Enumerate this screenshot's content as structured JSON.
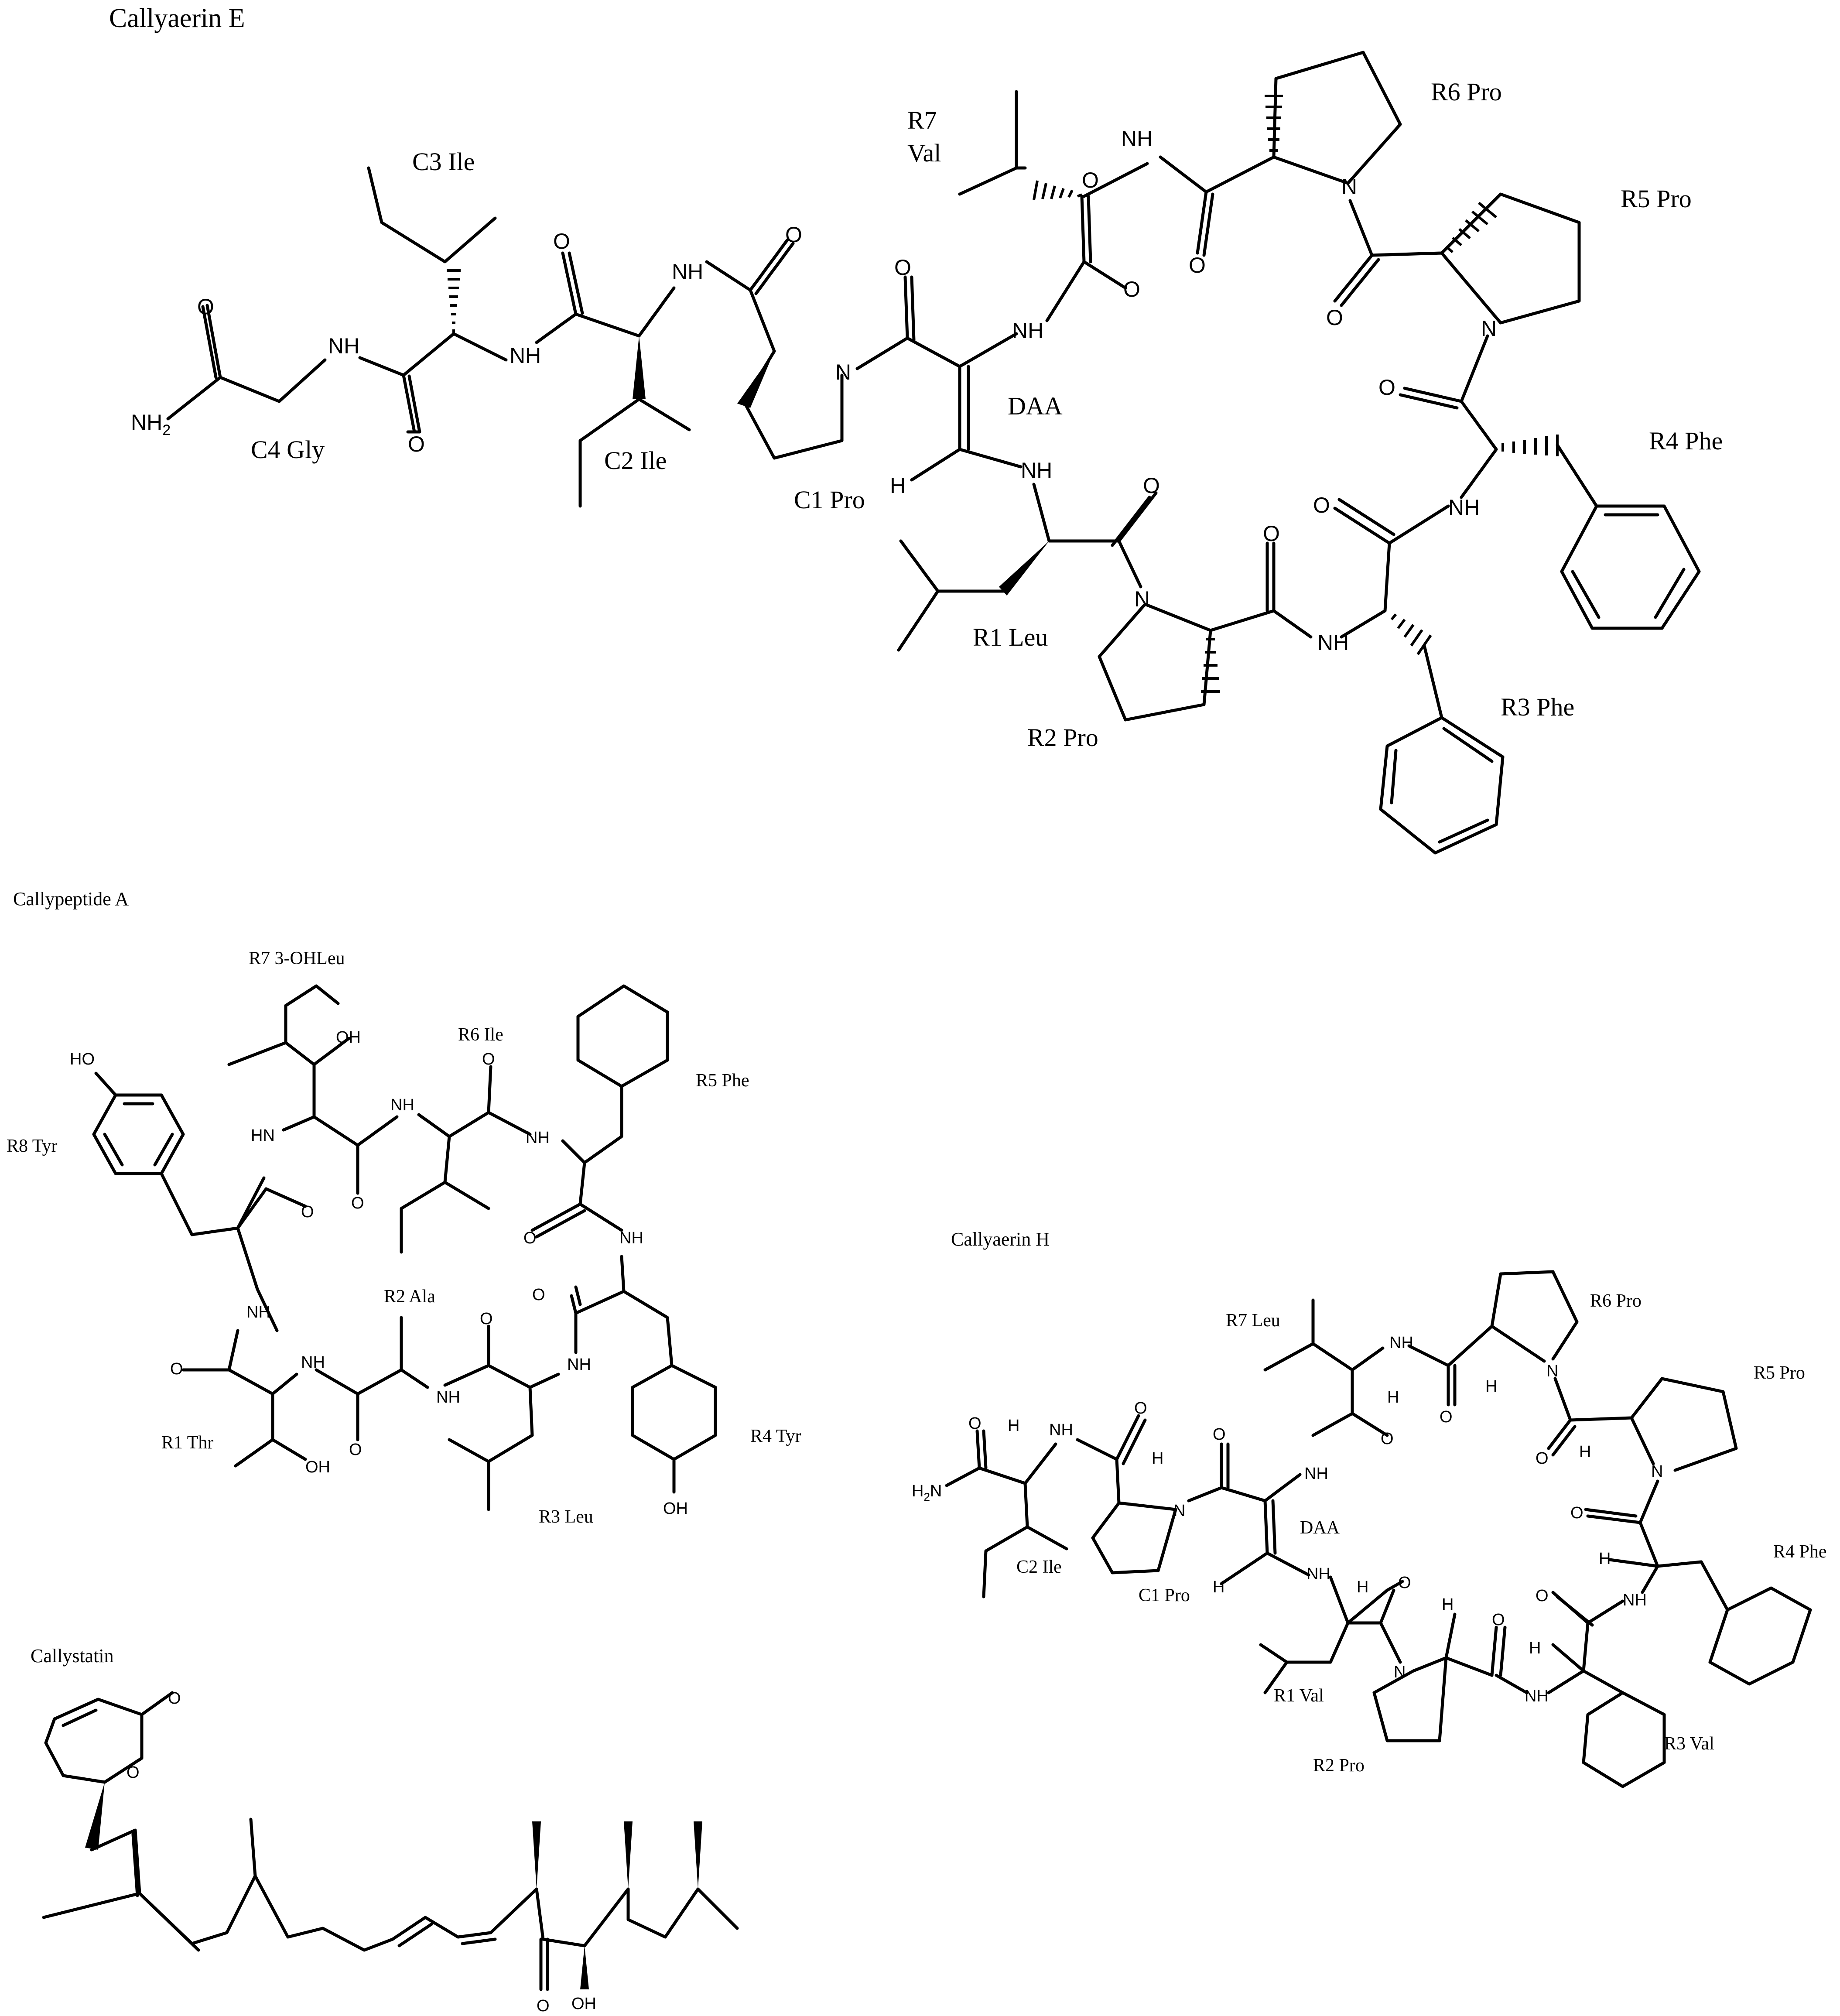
{
  "compounds": {
    "callyaerin_e": {
      "name": "Callyaerin E",
      "residues": {
        "c1": "C1 Pro",
        "c2": "C2 Ile",
        "c3": "C3 Ile",
        "c4": "C4 Gly",
        "daa": "DAA",
        "r1": "R1 Leu",
        "r2": "R2 Pro",
        "r3": "R3 Phe",
        "r4": "R4 Phe",
        "r5": "R5 Pro",
        "r6": "R6  Pro",
        "r7_line1": "R7",
        "r7_line2": "Val"
      }
    },
    "callypeptide_a": {
      "name": "Callypeptide A",
      "residues": {
        "r1": "R1 Thr",
        "r2": "R2 Ala",
        "r3": "R3 Leu",
        "r4": "R4 Tyr",
        "r5": "R5 Phe",
        "r6": "R6 Ile",
        "r7": "R7 3-OHLeu",
        "r8": "R8 Tyr"
      }
    },
    "callyaerin_h": {
      "name": "Callyaerin H",
      "residues": {
        "c1": "C1 Pro",
        "c2": "C2 Ile",
        "daa": "DAA",
        "r1": "R1 Val",
        "r2": "R2 Pro",
        "r3": "R3 Val",
        "r4": "R4 Phe",
        "r5": "R5 Pro",
        "r6": "R6  Pro",
        "r7": "R7 Leu"
      }
    },
    "callystatin": {
      "name": "Callystatin"
    }
  },
  "atoms": {
    "nh": "NH",
    "n": "N",
    "o": "O",
    "h": "H",
    "hn": "HN",
    "oh": "OH",
    "ho": "HO",
    "nh2": "NH",
    "nh2_sub": "2",
    "h2n": "H",
    "h2n_sub": "2",
    "h2n_end": "N"
  }
}
